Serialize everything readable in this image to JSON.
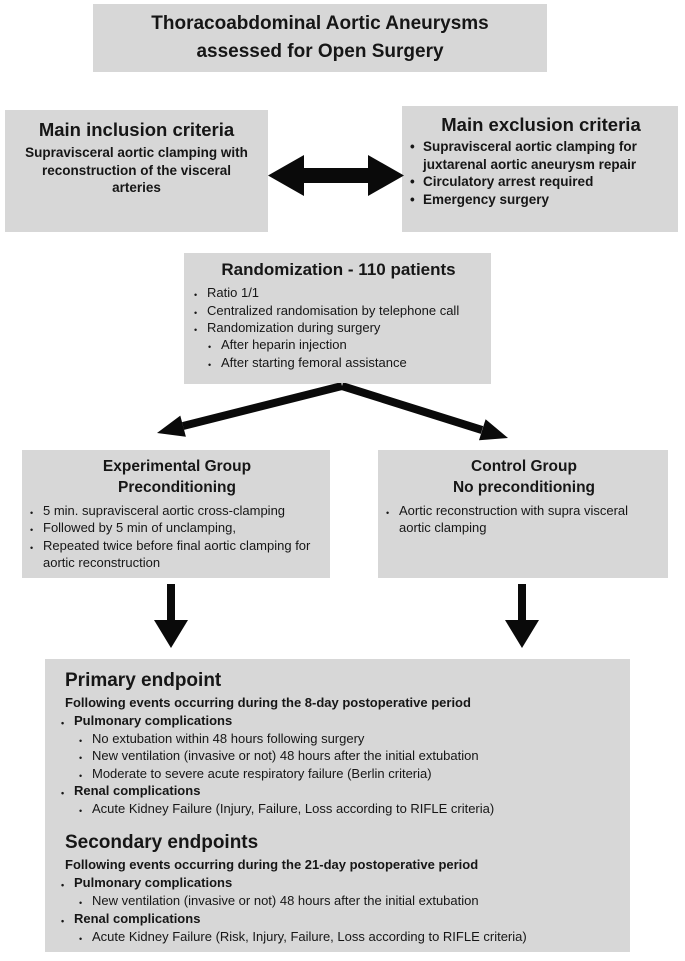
{
  "title": {
    "line1": "Thoracoabdominal Aortic Aneurysms",
    "line2": "assessed for Open Surgery"
  },
  "inclusion": {
    "heading": "Main inclusion criteria",
    "body": "Supravisceral aortic clamping with reconstruction of the visceral arteries"
  },
  "exclusion": {
    "heading": "Main exclusion criteria",
    "items": [
      "Supravisceral aortic clamping for juxtarenal aortic aneurysm repair",
      "Circulatory arrest required",
      "Emergency surgery"
    ]
  },
  "randomization": {
    "heading": "Randomization - 110 patients",
    "items": [
      "Ratio 1/1",
      "Centralized randomisation by telephone call",
      "Randomization during surgery"
    ],
    "subitems": [
      "After heparin injection",
      "After starting femoral assistance"
    ]
  },
  "experimental": {
    "heading_line1": "Experimental Group",
    "heading_line2": "Preconditioning",
    "items": [
      "5 min. supravisceral aortic cross-clamping",
      "Followed by 5 min of unclamping,",
      "Repeated twice before final aortic clamping for aortic reconstruction"
    ]
  },
  "control": {
    "heading_line1": "Control Group",
    "heading_line2": "No preconditioning",
    "items": [
      "Aortic reconstruction with supra visceral aortic clamping"
    ]
  },
  "endpoints": {
    "primary": {
      "heading": "Primary endpoint",
      "subheading": "Following events occurring during the 8-day postoperative period",
      "groups": [
        {
          "label": "Pulmonary complications",
          "items": [
            "No extubation within 48 hours following surgery",
            "New ventilation (invasive or not) 48 hours after the initial extubation",
            "Moderate to severe acute respiratory failure (Berlin criteria)"
          ]
        },
        {
          "label": "Renal complications",
          "items": [
            "Acute Kidney Failure (Injury, Failure, Loss according to RIFLE criteria)"
          ]
        }
      ]
    },
    "secondary": {
      "heading": "Secondary endpoints",
      "subheading": "Following events occurring during the 21-day postoperative period",
      "groups": [
        {
          "label": "Pulmonary complications",
          "items": [
            "New ventilation (invasive or not) 48 hours after the initial extubation"
          ]
        },
        {
          "label": "Renal complications",
          "items": [
            "Acute Kidney Failure (Risk, Injury, Failure, Loss according to RIFLE criteria)"
          ]
        }
      ]
    }
  },
  "colors": {
    "box_bg": "#d7d7d7",
    "page_bg": "#ffffff",
    "text": "#161616",
    "arrow": "#0a0a0a"
  }
}
